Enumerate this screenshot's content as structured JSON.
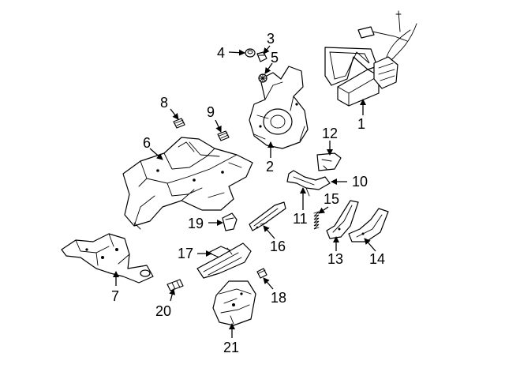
{
  "figure": {
    "background": "#ffffff",
    "line_color": "#000000"
  },
  "callouts": {
    "c1": "1",
    "c2": "2",
    "c3": "3",
    "c4": "4",
    "c5": "5",
    "c6": "6",
    "c7": "7",
    "c8": "8",
    "c9": "9",
    "c10": "10",
    "c11": "11",
    "c12": "12",
    "c13": "13",
    "c14": "14",
    "c15": "15",
    "c16": "16",
    "c17": "17",
    "c18": "18",
    "c19": "19",
    "c20": "20",
    "c21": "21"
  }
}
